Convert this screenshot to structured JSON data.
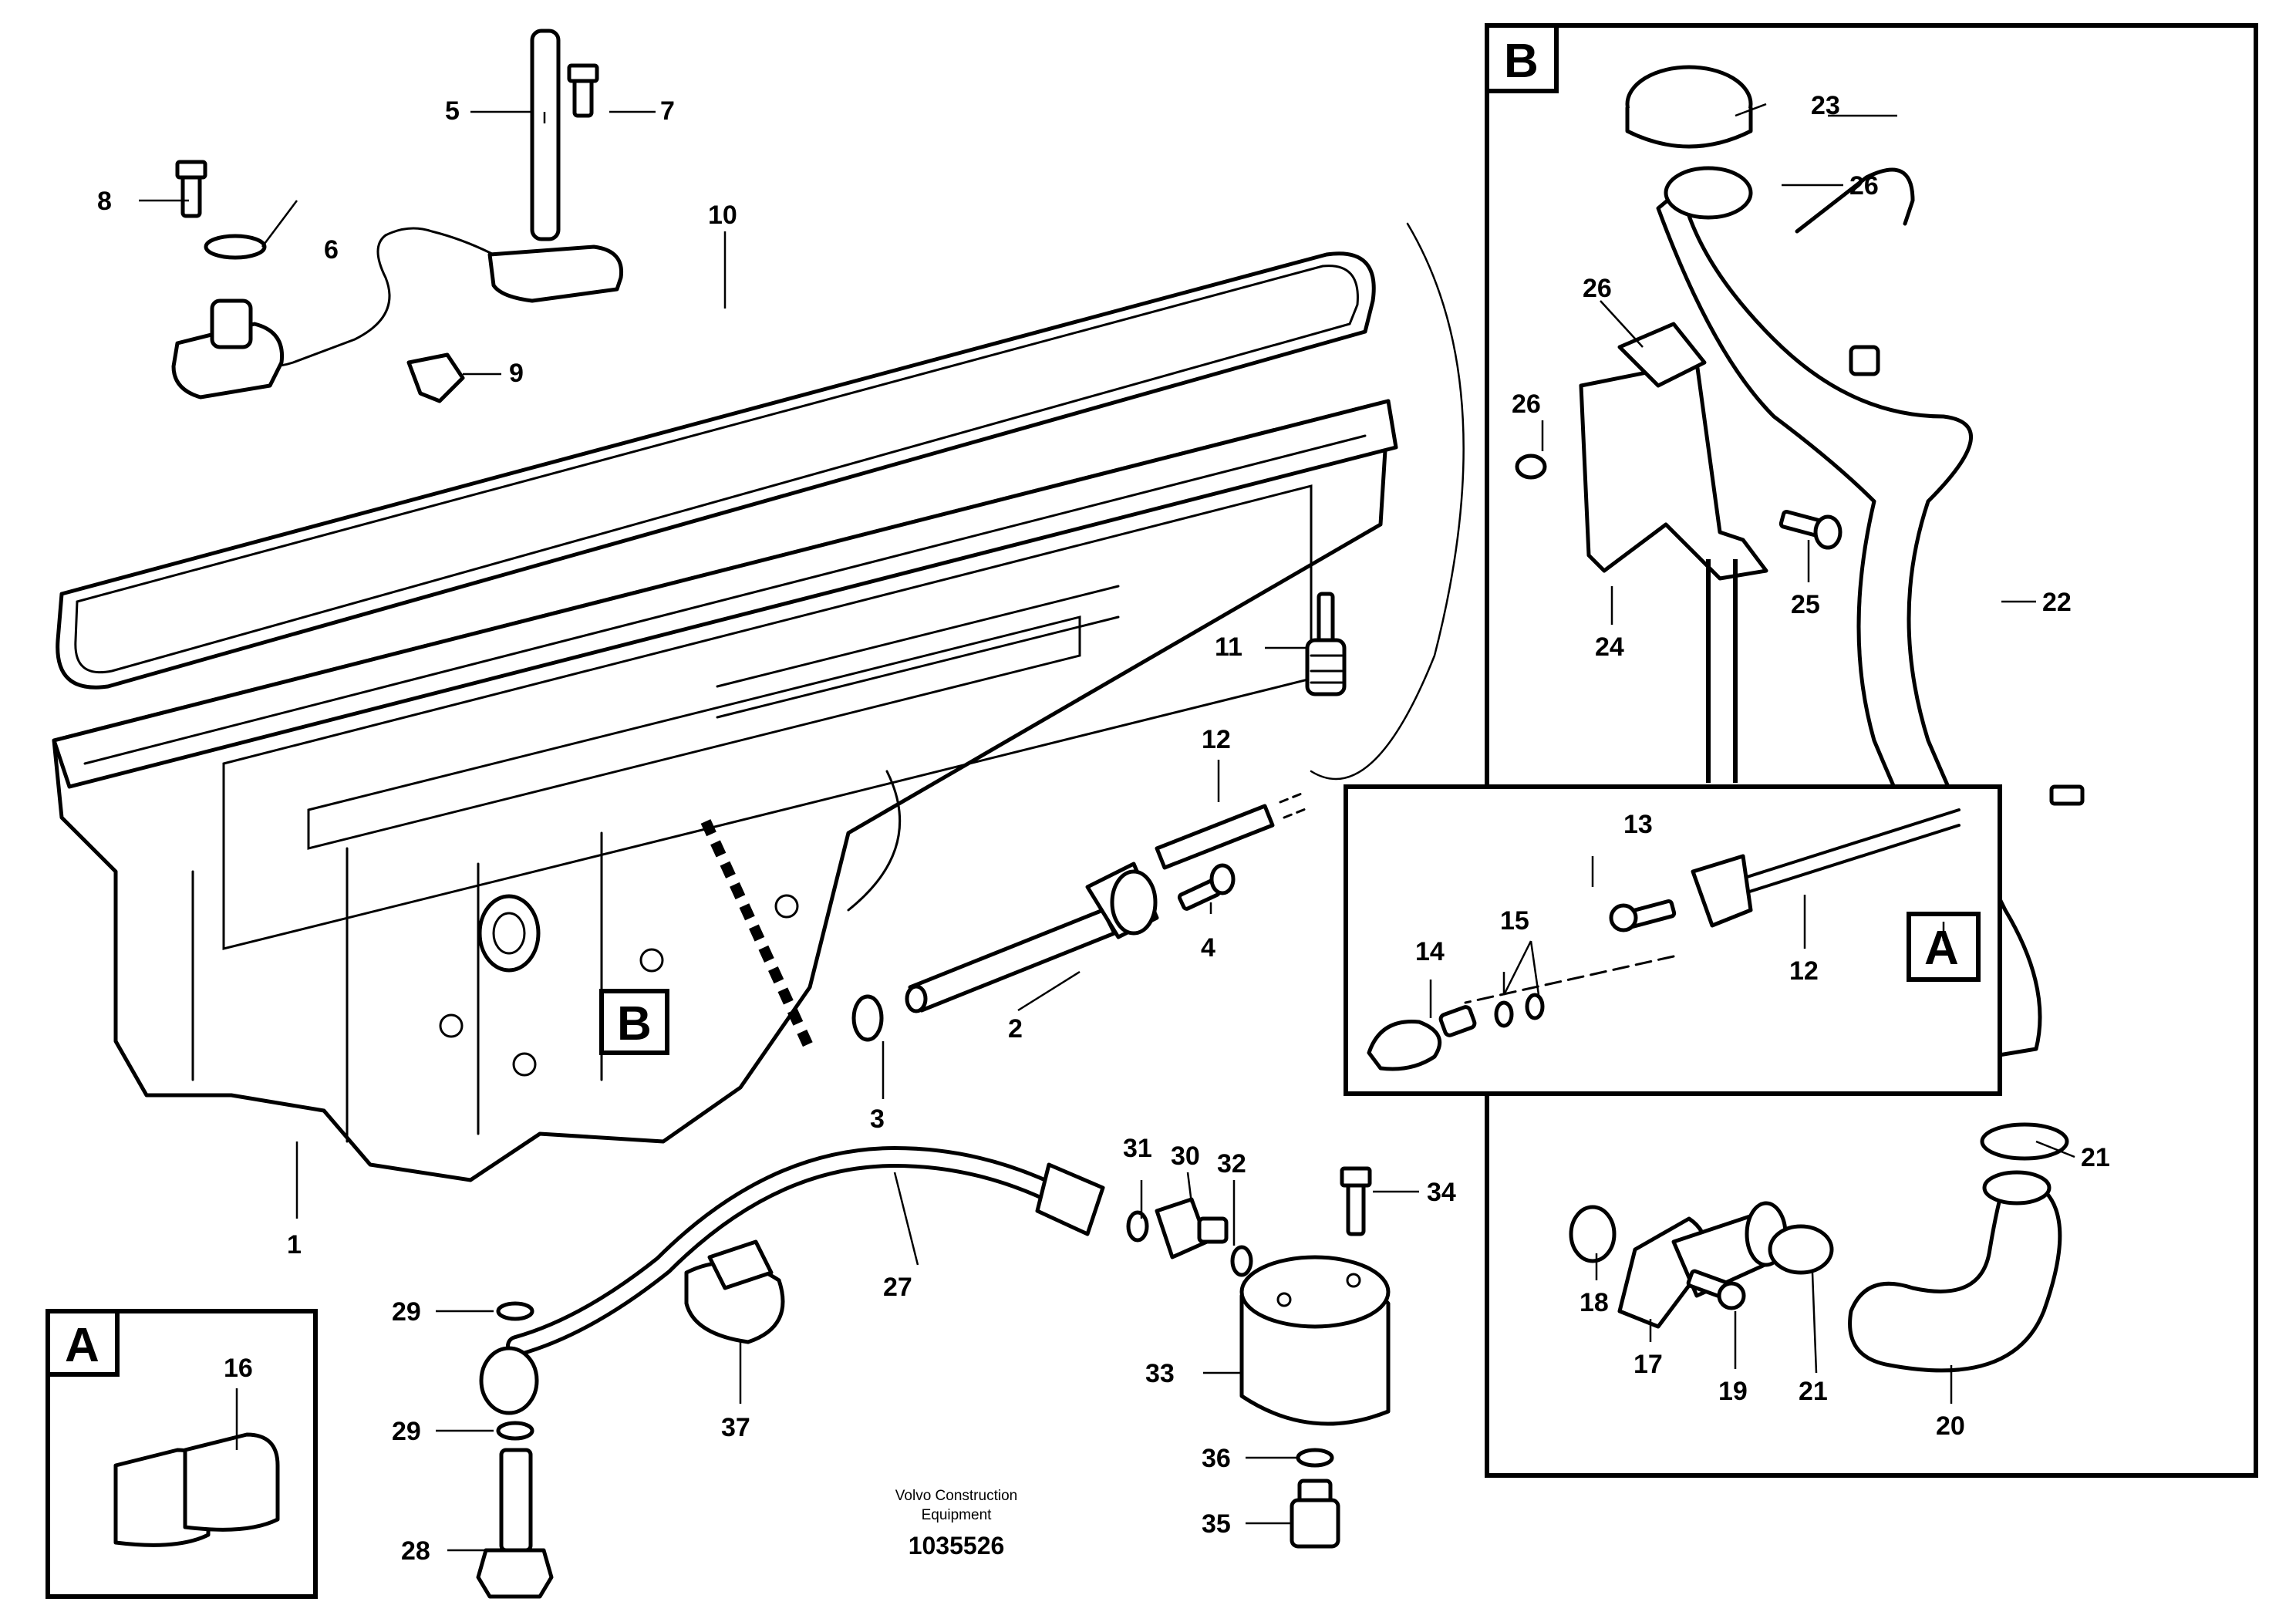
{
  "caption": {
    "line1": "Volvo Construction",
    "line2": "Equipment",
    "number": "1035526"
  },
  "callouts": {
    "c1": "1",
    "c2": "2",
    "c3": "3",
    "c4": "4",
    "c5": "5",
    "c6": "6",
    "c7": "7",
    "c8": "8",
    "c9": "9",
    "c10": "10",
    "c11": "11",
    "c12a": "12",
    "c12b": "12",
    "c13": "13",
    "c14": "14",
    "c15": "15",
    "c16": "16",
    "c17": "17",
    "c18": "18",
    "c19": "19",
    "c20": "20",
    "c21a": "21",
    "c21b": "21",
    "c22": "22",
    "c23": "23",
    "c24": "24",
    "c25": "25",
    "c26a": "26",
    "c26b": "26",
    "c26c": "26",
    "c27": "27",
    "c28": "28",
    "c29a": "29",
    "c29b": "29",
    "c30": "30",
    "c31": "31",
    "c32": "32",
    "c33": "33",
    "c34": "34",
    "c35": "35",
    "c36": "36",
    "c37": "37"
  },
  "views": {
    "a_main": "A",
    "a_detail": "A",
    "b_main": "B",
    "b_frame": "B"
  }
}
